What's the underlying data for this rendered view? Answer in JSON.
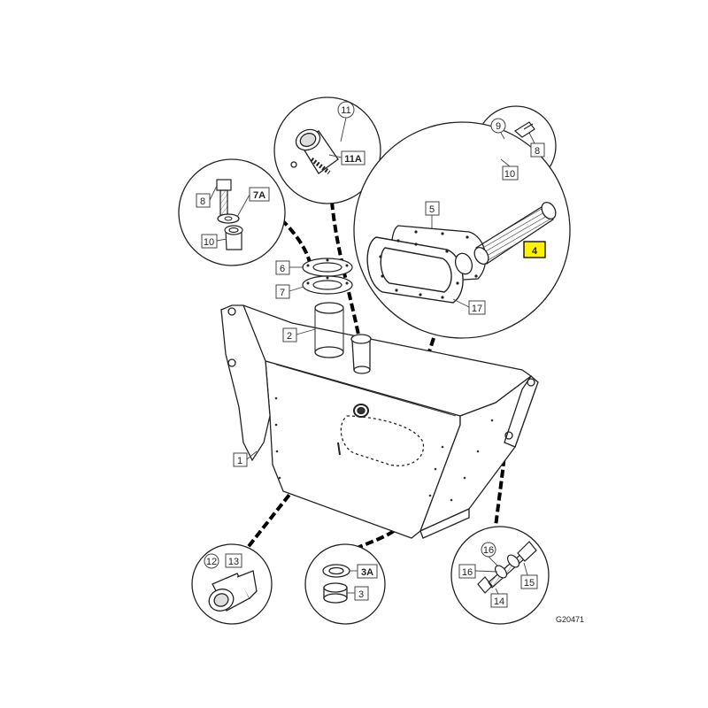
{
  "diagram": {
    "ref_number": "G20471",
    "highlight_color": "#fff200",
    "callouts": {
      "c1": "1",
      "c2": "2",
      "c3": "3",
      "c3a": "3A",
      "c4": "4",
      "c5": "5",
      "c6": "6",
      "c7": "7",
      "c7a": "7A",
      "c8a": "8",
      "c8b": "8",
      "c9": "9",
      "c10a": "10",
      "c10b": "10",
      "c11": "11",
      "c11a": "11A",
      "c12": "12",
      "c13": "13",
      "c14": "14",
      "c15": "15",
      "c16a": "16",
      "c16b": "16",
      "c17": "17"
    }
  }
}
